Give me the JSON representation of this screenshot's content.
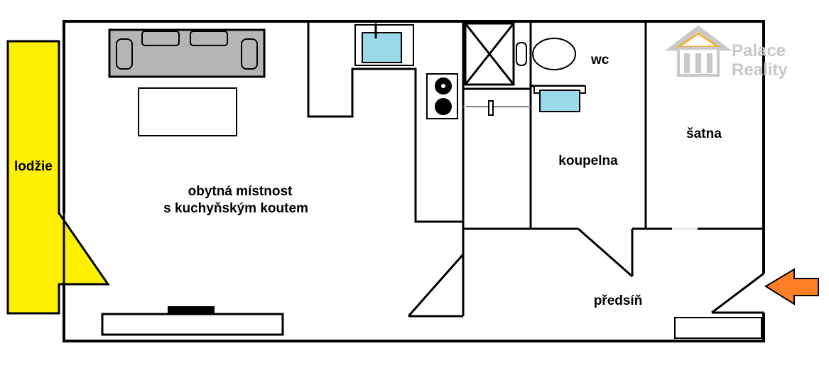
{
  "colors": {
    "wall": "#000000",
    "loggia": "#ffef00",
    "sofa": "#b5b5b5",
    "basin": "#99d9ea",
    "arrow": "#ff7f27",
    "logo": "#c9c9c9",
    "logo_accent": "#f5b041"
  },
  "logo": {
    "line1": "Palace",
    "line2": "Reality"
  },
  "rooms": {
    "living": {
      "line1": "obytná místnost",
      "line2": "s kuchyňským koutem"
    },
    "loggia": "lodžie",
    "wc": "wc",
    "bathroom": "koupelna",
    "wardrobe": "šatna",
    "hall": "předsíň"
  },
  "icons": {
    "entrance": "entrance-arrow-icon",
    "logo": "house-logo-icon"
  }
}
